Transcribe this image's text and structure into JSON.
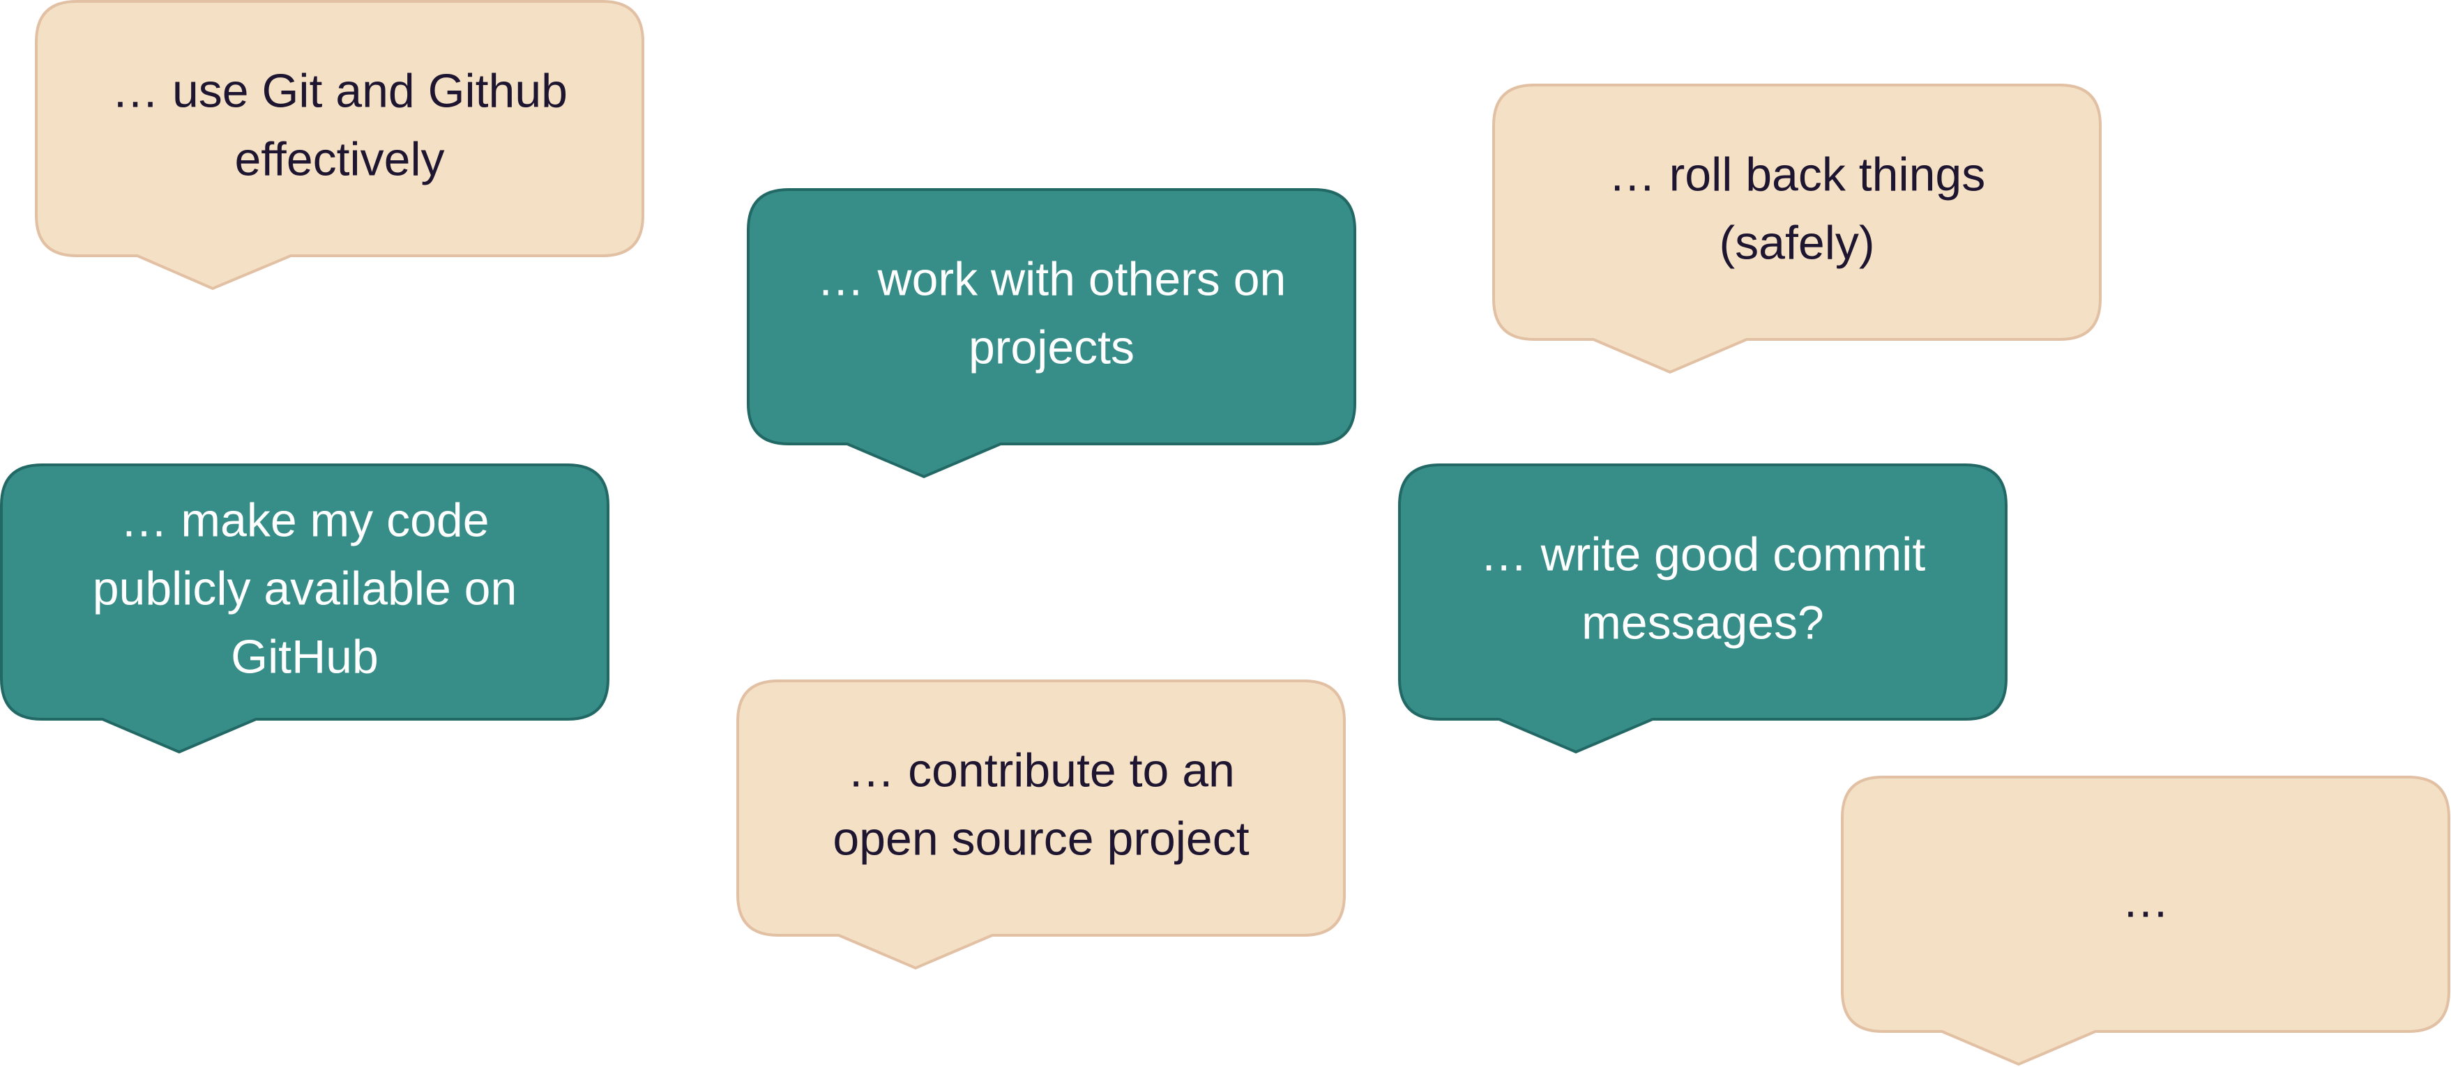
{
  "colors": {
    "beige_fill": "#f4e0c4",
    "beige_stroke": "#e2c0a4",
    "beige_text": "#1e1530",
    "teal_fill": "#378e89",
    "teal_stroke": "#226864",
    "teal_text": "#ffffff"
  },
  "bubbles": [
    {
      "id": "use-git-github",
      "style": "beige",
      "lines": [
        "… use Git and Github",
        "effectively"
      ]
    },
    {
      "id": "work-with-others",
      "style": "teal",
      "lines": [
        "… work with others on",
        "projects"
      ]
    },
    {
      "id": "roll-back-things",
      "style": "beige",
      "lines": [
        "… roll back things",
        "(safely)"
      ]
    },
    {
      "id": "make-code-public",
      "style": "teal",
      "lines": [
        "… make my code",
        "publicly available on",
        "GitHub"
      ]
    },
    {
      "id": "write-commit-messages",
      "style": "teal",
      "lines": [
        "… write good commit",
        "messages?"
      ]
    },
    {
      "id": "contribute-open-source",
      "style": "beige",
      "lines": [
        "… contribute to an",
        "open source project"
      ]
    },
    {
      "id": "more",
      "style": "beige",
      "lines": [
        "…"
      ]
    }
  ]
}
